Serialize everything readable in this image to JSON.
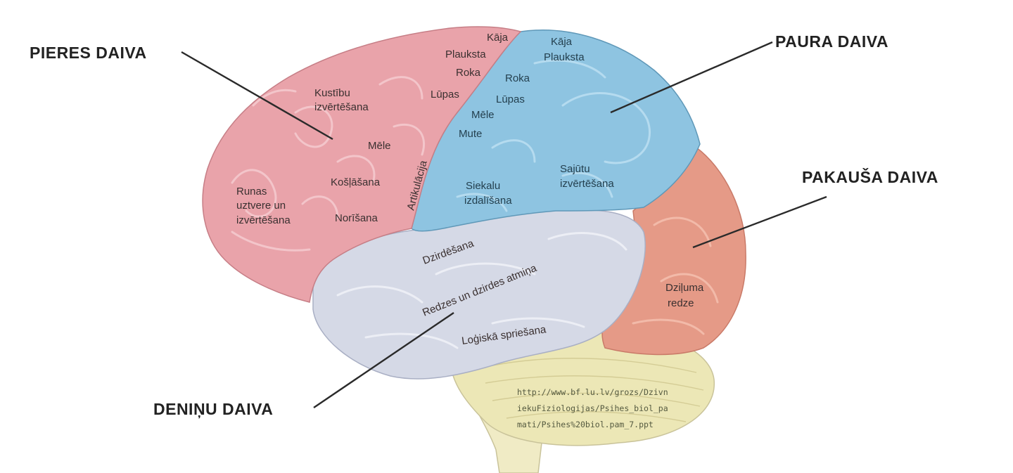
{
  "lobes": {
    "frontal": {
      "label": "PIERES DAIVA",
      "color": "#e9a3aa"
    },
    "parietal": {
      "label": "PAURA DAIVA",
      "color": "#8ec4e1"
    },
    "occipital": {
      "label": "PAKAUŠA DAIVA",
      "color": "#e59a87"
    },
    "temporal": {
      "label": "DENIŅU DAIVA",
      "color": "#d5d9e6"
    }
  },
  "frontal_areas": {
    "kaja": "Kāja",
    "plauksta": "Plaukstа",
    "roka": "Roka",
    "lupas": "Lūpas",
    "kustibu_1": "Kustību",
    "kustibu_2": "izvērtēšana",
    "mele": "Mēle",
    "artikulacija": "Artikulācija",
    "kosliesana": "Košļāšana",
    "runas_1": "Runas",
    "runas_2": "uztvere un",
    "runas_3": "izvērtēšana",
    "norisana": "Norīšana"
  },
  "parietal_areas": {
    "kaja": "Kāja",
    "plauksta": "Plaukstа",
    "roka": "Roka",
    "lupas": "Lūpas",
    "mele": "Mēle",
    "mute": "Mute",
    "siekalu_1": "Siekalu",
    "siekalu_2": "izdalīšana",
    "sajutu_1": "Sajūtu",
    "sajutu_2": "izvērtēšana"
  },
  "temporal_areas": {
    "dzirdesana": "Dzirdēšana",
    "redzes": "Redzes un dzirdes atmiņa",
    "logiska": "Loģiskā spriešana"
  },
  "occipital_areas": {
    "dziļ_1": "Dziļuma",
    "dziļ_2": "redze"
  },
  "source": {
    "line1": "http://www.bf.lu.lv/grozs/Dzivn",
    "line2": "iekuFiziologijas/Psihes_biol_pa",
    "line3": "mati/Psihes%20biol.pam_7.ppt"
  },
  "colors": {
    "cerebellum": "#ece7b6",
    "brainstem": "#f0ebc5"
  }
}
